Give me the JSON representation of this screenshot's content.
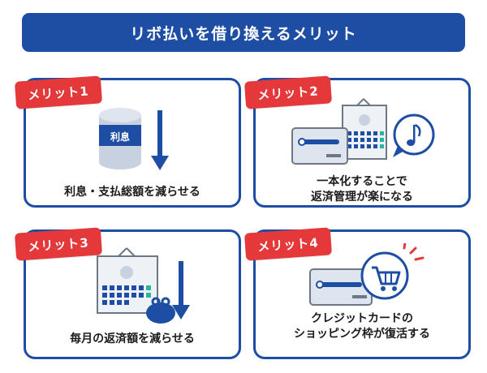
{
  "title": "リボ払いを借り換えるメリット",
  "colors": {
    "primary_blue": "#1d4ea3",
    "badge_red": "#e5383b",
    "icon_gray": "#c8d1df",
    "icon_dark_gray": "#6e7788"
  },
  "cards": [
    {
      "badge": "メリット1",
      "icon_label": "利息",
      "caption_lines": [
        "利息・支払総額を減らせる"
      ]
    },
    {
      "badge": "メリット2",
      "caption_lines": [
        "一本化することで",
        "返済管理が楽になる"
      ]
    },
    {
      "badge": "メリット3",
      "caption_lines": [
        "毎月の返済額を減らせる"
      ]
    },
    {
      "badge": "メリット4",
      "caption_lines": [
        "クレジットカードの",
        "ショッピング枠が復活する"
      ]
    }
  ]
}
